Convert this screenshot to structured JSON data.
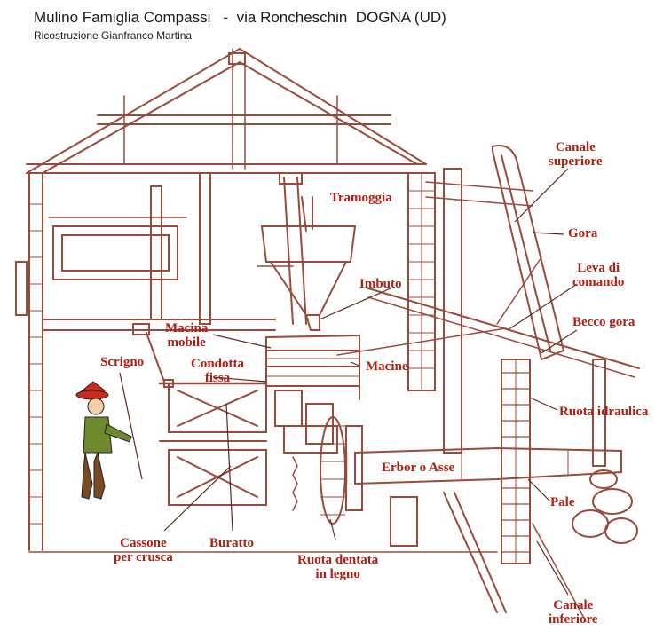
{
  "header": {
    "title": "Mulino Famiglia Compassi   -  via Roncheschin  DOGNA (UD)",
    "credit": "Ricostruzione Gianfranco Martina"
  },
  "labels": {
    "canale_superiore": [
      "Canale",
      "superiore"
    ],
    "gora": "Gora",
    "tramoggia": "Tramoggia",
    "leva": [
      "Leva di",
      "comando"
    ],
    "imbuto": "Imbuto",
    "becco_gora": "Becco gora",
    "macina_mobile": [
      "Macina",
      "mobile"
    ],
    "scrigno": "Scrigno",
    "condotta_fissa": [
      "Condotta",
      "fissa"
    ],
    "macine": "Macine",
    "ruota_idraulica": "Ruota idraulica",
    "erbor": "Erbor o Asse",
    "pale": "Pale",
    "cassone": [
      "Cassone",
      "per crusca"
    ],
    "buratto": "Buratto",
    "ruota_dentata": [
      "Ruota dentata",
      "in legno"
    ],
    "canale_inferiore": [
      "Canale",
      "inferiore"
    ]
  },
  "colors": {
    "line": "#9a4a3a",
    "label": "#b01c10",
    "paper": "#ffffff"
  }
}
